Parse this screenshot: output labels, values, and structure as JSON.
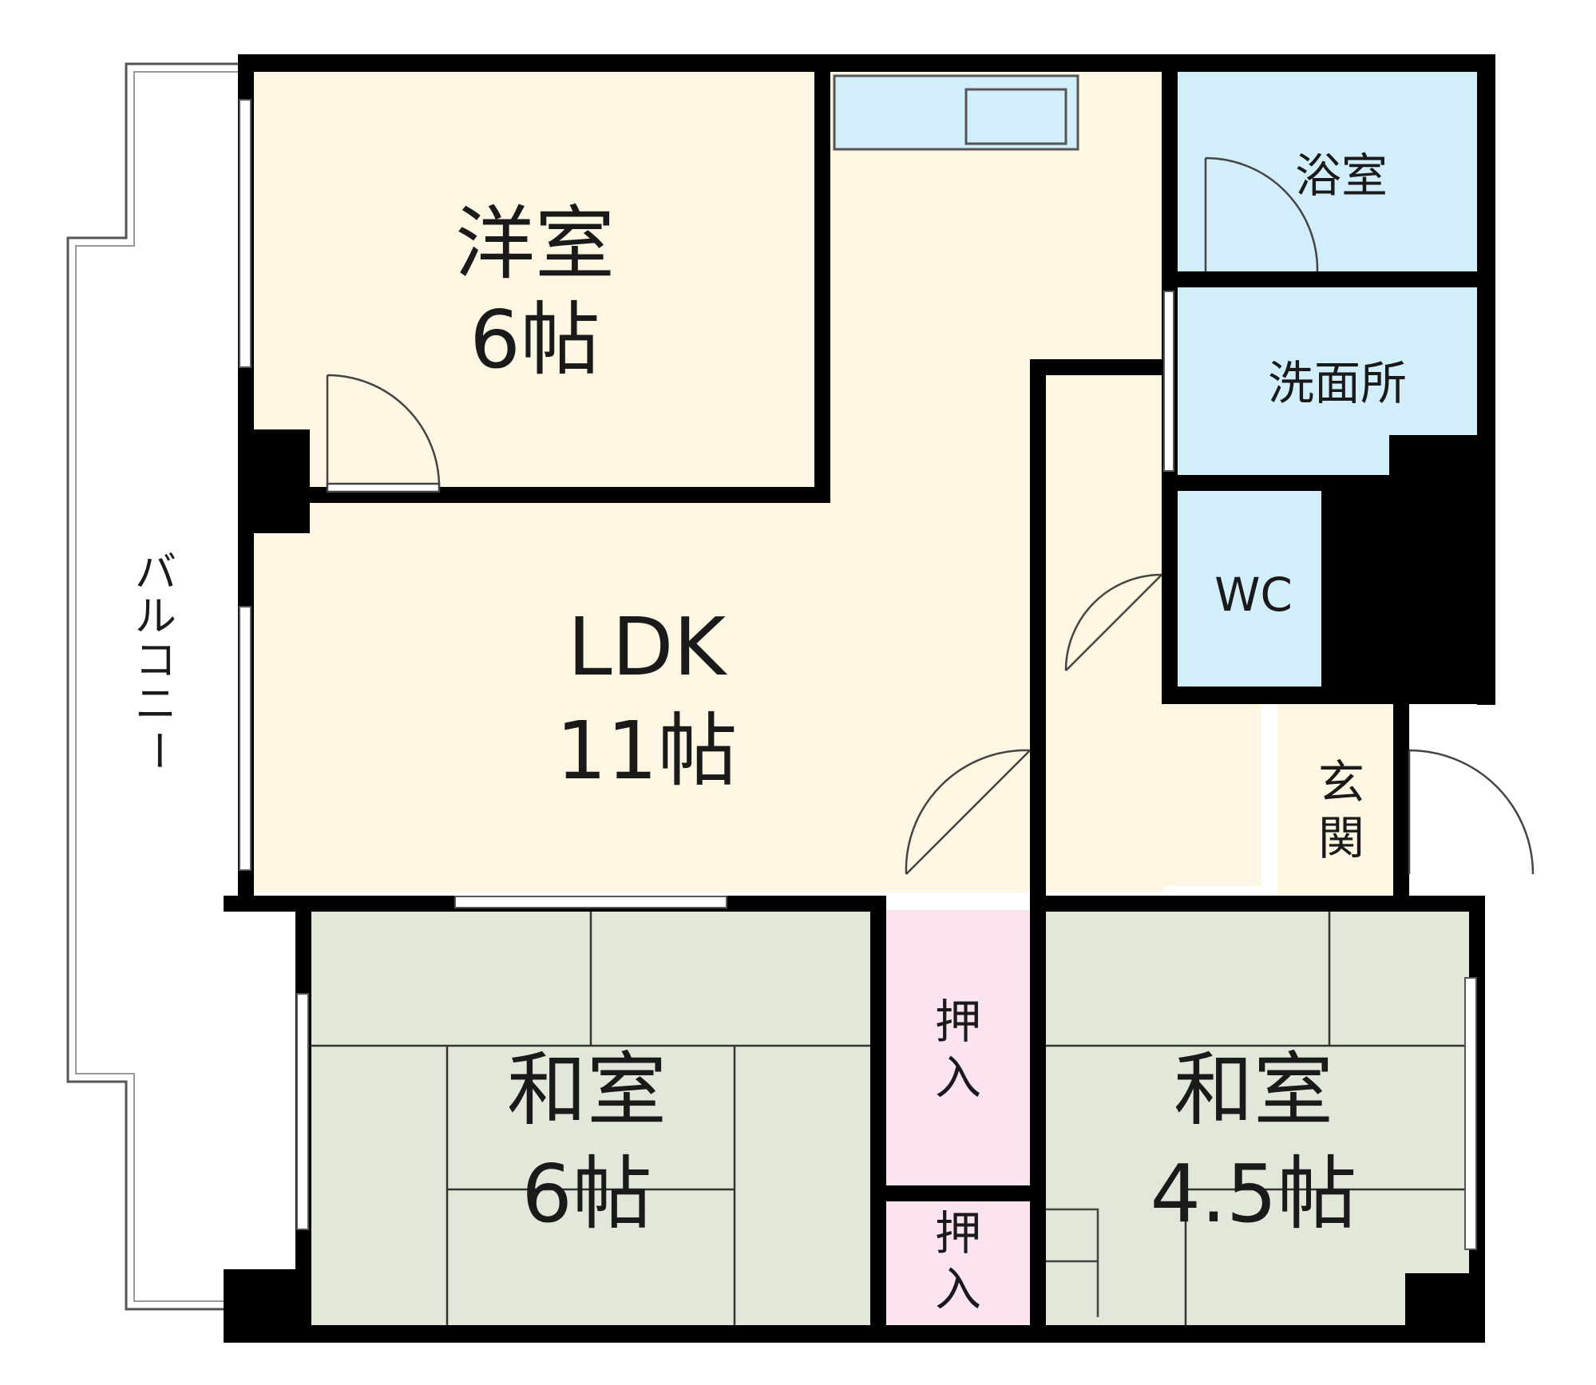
{
  "rooms": {
    "western": {
      "name": "洋室",
      "size": "6帖"
    },
    "ldk": {
      "name": "LDK",
      "size": "11帖"
    },
    "japanese_a": {
      "name": "和室",
      "size": "6帖"
    },
    "japanese_b": {
      "name": "和室",
      "size": "4.5帖"
    },
    "bath": {
      "name": "浴室"
    },
    "washroom": {
      "name": "洗面所"
    },
    "wc": {
      "name": "WC"
    },
    "entrance": {
      "chars": [
        "玄",
        "関"
      ]
    },
    "closet_a": {
      "chars": [
        "押",
        "入"
      ]
    },
    "closet_b": {
      "chars": [
        "押",
        "入"
      ]
    },
    "balcony": {
      "chars": [
        "バ",
        "ル",
        "コ",
        "ニ",
        "ー"
      ]
    }
  },
  "colors": {
    "wall": "#000000",
    "floor_western": "#fdf6e3",
    "floor_tatami": "#e2e8d9",
    "floor_wet": "#d2eefa",
    "floor_closet": "#fbe4ef",
    "balcony_outline": "#555555"
  }
}
